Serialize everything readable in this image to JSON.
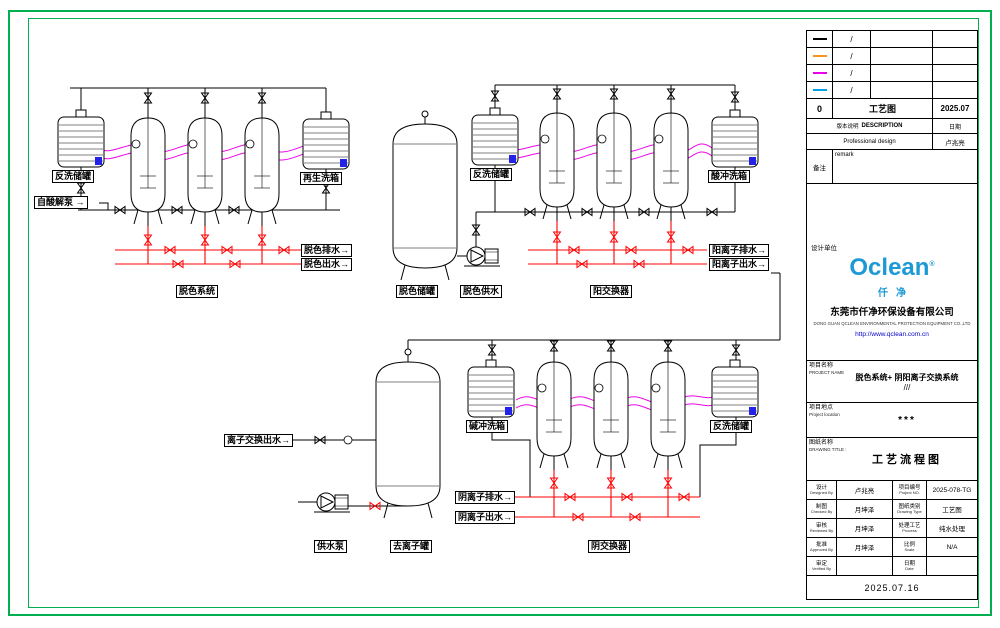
{
  "colors": {
    "frame_green": "#00b050",
    "pipe_black": "#000000",
    "pipe_red": "#ff0000",
    "pipe_magenta": "#e808e8",
    "logo_blue": "#1d9ad6",
    "url_blue": "#0000cc"
  },
  "diagram": {
    "labels": {
      "backwash_tank_top_left": "反洗储罐",
      "self_acid_pump": "自酸解泵 →",
      "regen_wash_tank": "再生洗箱",
      "decolor_drain": "脱色排水→",
      "decolor_outlet": "脱色出水→",
      "decolor_system": "脱色系统",
      "decolor_storage_tank": "脱色储罐",
      "decolor_supply": "脱色供水",
      "backwash_tank_top_right": "反洗储罐",
      "cation_exchanger": "阳交换器",
      "acid_flush_tank": "酸冲洗箱",
      "cation_drain": "阳离子排水→",
      "cation_outlet": "阳离子出水→",
      "ion_exchange_outlet": "离子交换出水→",
      "supply_pump": "供水泵",
      "deionization_tank": "去离子罐",
      "alkali_flush_tank": "碱冲洗箱",
      "anion_exchanger": "阴交换器",
      "backwash_tank_bottom_right": "反洗储罐",
      "anion_drain": "阴离子排水→",
      "anion_outlet": "阴离子出水→"
    }
  },
  "title_block": {
    "revision_table": {
      "rows": [
        {
          "slash": "/",
          "color": "#000000"
        },
        {
          "slash": "/",
          "color": "#f7941d"
        },
        {
          "slash": "/",
          "color": "#ec00ec"
        },
        {
          "slash": "/",
          "color": "#00a0e9"
        }
      ],
      "current": {
        "no": "0",
        "name": "工艺图",
        "date": "2025.07"
      },
      "header": {
        "cn": "版本说明",
        "en": "DESCRIPTION",
        "date": "日期"
      },
      "professional": {
        "label": "Professional design",
        "value": "卢兆亮"
      },
      "remark_label": "备注",
      "remark_value": "remark"
    },
    "company": {
      "design_unit": "设计单位",
      "logo_text": "Oclean",
      "logo_reg": "®",
      "logo_sub": "仟净",
      "name_cn": "东莞市仟净环保设备有限公司",
      "name_en": "DONG GUAN QCLEAN ENVIRONMENTAL PROTECTION EQUIPMENT CO.,LTD",
      "url": "http://www.qclean.com.cn"
    },
    "project": {
      "name_label_cn": "项目名称",
      "name_label_en": "PROJECT NAME",
      "name_value": "脱色系统+ 阴阳离子交换系统",
      "name_note": "///",
      "location_label_cn": "项目地点",
      "location_label_en": "Project location",
      "location_value": "***",
      "drawing_label_cn": "图纸名称",
      "drawing_label_en": "DRAWING TITLE :",
      "drawing_value": "工艺流程图"
    },
    "signoff": {
      "rows": [
        {
          "l1cn": "设计",
          "l1en": "Designed By",
          "v1": "卢兆亮",
          "l2cn": "项目编号",
          "l2en": "Project NO.",
          "v2": "2025-078-TG"
        },
        {
          "l1cn": "制图",
          "l1en": "Checked By",
          "v1": "月坤泽",
          "l2cn": "图纸类别",
          "l2en": "Drawing Type",
          "v2": "工艺图"
        },
        {
          "l1cn": "审核",
          "l1en": "Reviewed By",
          "v1": "月坤泽",
          "l2cn": "处理工艺",
          "l2en": "Process",
          "v2": "纯水处理"
        },
        {
          "l1cn": "批准",
          "l1en": "Approved By",
          "v1": "月坤泽",
          "l2cn": "比例",
          "l2en": "Scale",
          "v2": "N/A"
        },
        {
          "l1cn": "审定",
          "l1en": "Verified By",
          "v1": "",
          "l2cn": "日期",
          "l2en": "Date",
          "v2": ""
        }
      ],
      "date": "2025.07.16"
    }
  }
}
